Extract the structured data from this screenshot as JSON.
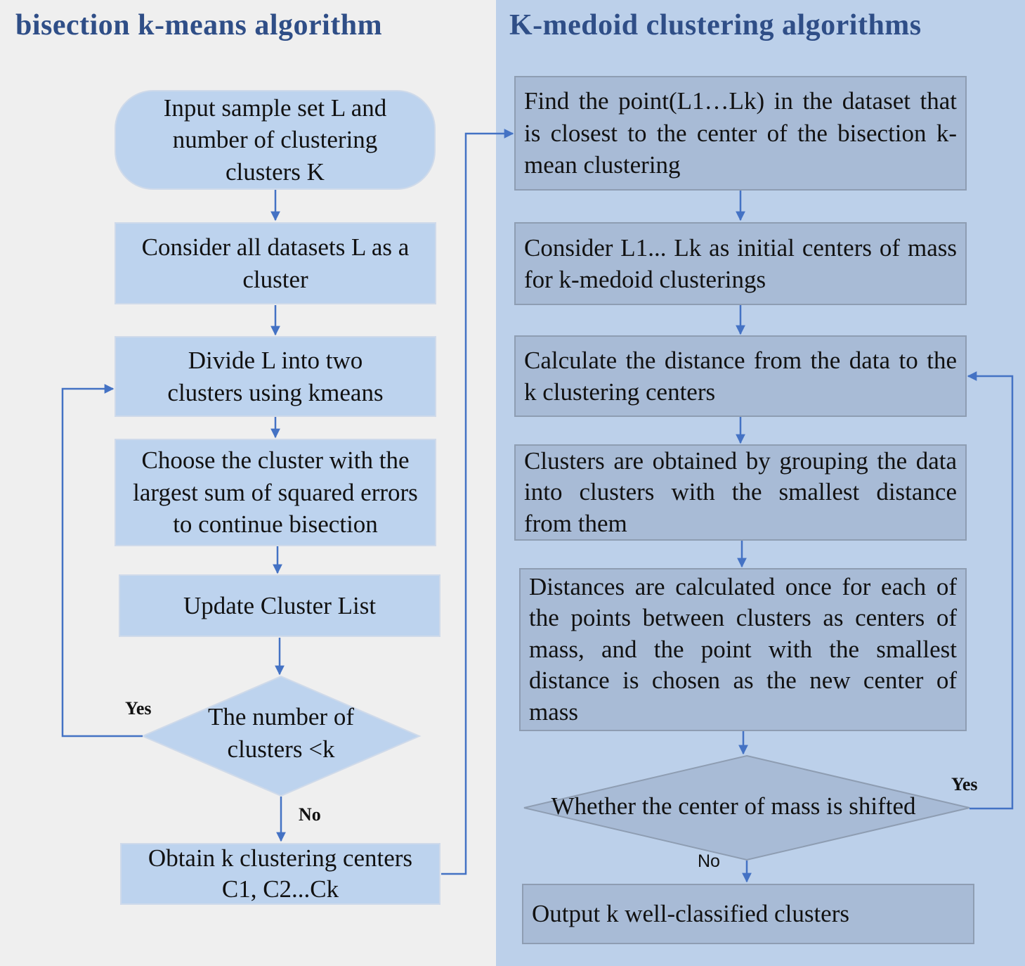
{
  "left": {
    "title": "bisection k-means algorithm",
    "input": "Input sample set L and number of clustering clusters K",
    "consider": "Consider all datasets L as a cluster",
    "divide": "Divide L into two clusters using kmeans",
    "choose": "Choose the cluster with the largest sum of squared errors to continue bisection",
    "update": "Update Cluster List",
    "decision": "The number of clusters <k",
    "yes": "Yes",
    "no": "No",
    "obtain": "Obtain k clustering centers C1, C2...Ck"
  },
  "right": {
    "title": "K-medoid clustering algorithms",
    "find": "Find the point(L1…Lk) in the dataset that is closest to the center of the bisection k-mean clustering",
    "consider": "Consider L1... Lk as initial centers of mass for k-medoid clusterings",
    "calculate": "Calculate the distance from the data to the k clustering centers",
    "clusters": "Clusters are obtained by grouping the data into clusters with the smallest distance from them",
    "distances": "Distances are calculated once for each of the points between clusters as centers of mass, and the point with the smallest distance is chosen as the new center of mass",
    "decision": "Whether the center of mass is shifted",
    "yes": "Yes",
    "no": "No",
    "output": "Output k well-classified clusters"
  },
  "colors": {
    "left_bg": "#efefef",
    "right_bg": "#bcd0ea",
    "left_box": "#bdd3ee",
    "right_box": "#a8bbd6",
    "title": "#2f4e87",
    "arrow": "#4472c4"
  }
}
